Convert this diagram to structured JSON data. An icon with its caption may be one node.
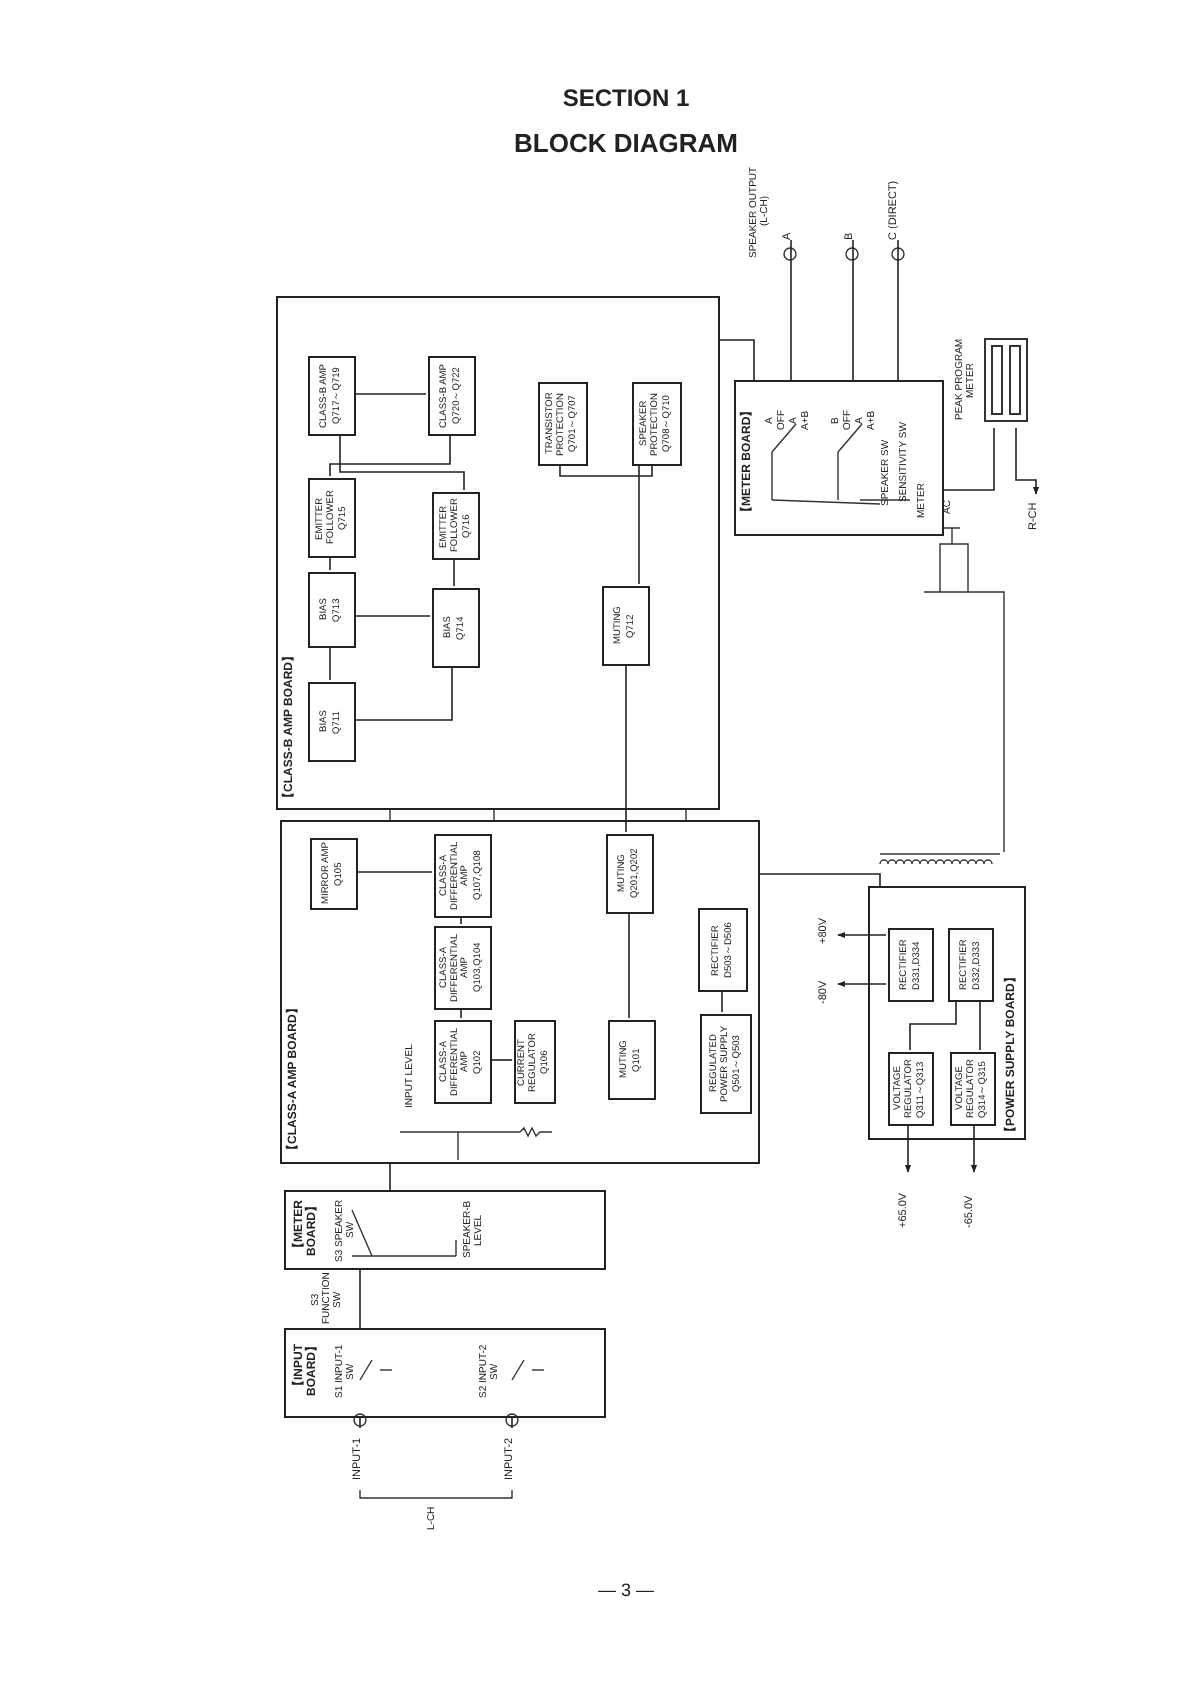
{
  "diagram": {
    "title": "BLOCK DIAGRAM",
    "nodes": [
      {
        "text": [
          "【CLASS-B AMP BOARD】"
        ]
      },
      {
        "text": [
          "CLASS-B AMP",
          "Q717～Q719"
        ],
        "in": 0
      },
      {
        "text": [
          "CLASS-B AMP",
          "Q720～Q722"
        ],
        "in": 0
      },
      {
        "text": [
          "TRANSISTOR PROTECTION",
          "Q701～Q707"
        ],
        "in": 0
      },
      {
        "text": [
          "SPEAKER PROTECTION",
          "Q708～Q710"
        ],
        "in": 0
      },
      {
        "text": [
          "EMITTER FOLLOWER",
          "Q715"
        ],
        "in": 0
      },
      {
        "text": [
          "EMITTER FOLLOWER",
          "Q716"
        ],
        "in": 0
      },
      {
        "text": [
          "BIAS",
          "Q713"
        ],
        "in": 0
      },
      {
        "text": [
          "BIAS",
          "Q714"
        ],
        "in": 0
      },
      {
        "text": [
          "BIAS",
          "Q711"
        ],
        "in": 0
      },
      {
        "text": [
          "MUTING",
          "Q712"
        ],
        "in": 0
      },
      {
        "text": [
          "【CLASS-A AMP BOARD】"
        ]
      },
      {
        "text": [
          "MIRROR AMP",
          "Q105"
        ],
        "in": 11
      },
      {
        "text": [
          "CLASS-A DIFFERENTIAL AMP",
          "Q107,Q108"
        ],
        "in": 11
      },
      {
        "text": [
          "CLASS-A DIFFERENTIAL AMP",
          "Q103,Q104"
        ],
        "in": 11
      },
      {
        "text": [
          "CLASS-A DIFFERENTIAL AMP",
          "Q102"
        ],
        "in": 11
      },
      {
        "text": [
          "CURRENT REGULATOR",
          "Q106"
        ],
        "in": 11
      },
      {
        "text": [
          "MUTING",
          "Q201,Q202"
        ],
        "in": 11
      },
      {
        "text": [
          "MUTING",
          "Q101"
        ],
        "in": 11
      },
      {
        "text": [
          "RECTIFIER",
          "D503～D506"
        ],
        "in": 11
      },
      {
        "text": [
          "REGULATED POWER SUPPLY",
          "Q501～Q503"
        ],
        "in": 11
      },
      {
        "text": [
          "【METER BOARD】"
        ]
      },
      {
        "text": [
          "A"
        ]
      },
      {
        "text": [
          "B"
        ]
      },
      {
        "text": [
          "C (DIRECT)"
        ]
      },
      {
        "text": [
          "PEAK PROGRAM METER"
        ]
      },
      {
        "text": [
          "R-CH"
        ]
      },
      {
        "text": [
          "【POWER SUPPLY BOARD】"
        ]
      },
      {
        "text": [
          "RECTIFIER",
          "D331,D334"
        ],
        "in": 27
      },
      {
        "text": [
          "RECTIFIER",
          "D332,D333"
        ],
        "in": 27
      },
      {
        "text": [
          "VOLTAGE REGULATOR",
          "Q311～Q313"
        ],
        "in": 27
      },
      {
        "text": [
          "VOLTAGE REGULATOR",
          "Q314～Q315"
        ],
        "in": 27
      },
      {
        "text": [
          "+80V"
        ]
      },
      {
        "text": [
          "-80V"
        ]
      },
      {
        "text": [
          "+65.0V"
        ]
      },
      {
        "text": [
          "-65.0V"
        ]
      },
      {
        "text": [
          "【METER BOARD】"
        ]
      },
      {
        "text": [
          "【INPUT BOARD】"
        ]
      },
      {
        "text": [
          "INPUT-1"
        ]
      },
      {
        "text": [
          "INPUT-2"
        ]
      }
    ],
    "edges": [
      {
        "from": 1,
        "to": 2,
        "arrow": "none"
      },
      {
        "from": 5,
        "to": 2,
        "arrow": "none"
      },
      {
        "from": 6,
        "to": 1,
        "arrow": "none"
      },
      {
        "from": 7,
        "to": 5,
        "arrow": "none"
      },
      {
        "from": 8,
        "to": 6,
        "arrow": "none"
      },
      {
        "from": 9,
        "to": 7,
        "arrow": "none"
      },
      {
        "from": 7,
        "to": 8,
        "arrow": "none"
      },
      {
        "from": 9,
        "to": 8,
        "arrow": "none"
      },
      {
        "from": 3,
        "to": 4,
        "arrow": "none"
      },
      {
        "from": 10,
        "to": 4,
        "arrow": "none"
      },
      {
        "from": 12,
        "to": 13,
        "arrow": "none"
      },
      {
        "from": 13,
        "to": 14,
        "arrow": "none"
      },
      {
        "from": 14,
        "to": 15,
        "arrow": "none"
      },
      {
        "from": 15,
        "to": 16,
        "arrow": "none"
      },
      {
        "from": 17,
        "to": 10,
        "arrow": "none"
      },
      {
        "from": 17,
        "to": 18,
        "arrow": "none"
      },
      {
        "from": 19,
        "to": 20,
        "arrow": "none"
      },
      {
        "from": 22,
        "to": 21,
        "arrow": "none"
      },
      {
        "from": 23,
        "to": 21,
        "arrow": "none"
      },
      {
        "from": 24,
        "to": 21,
        "arrow": "none"
      },
      {
        "from": 21,
        "to": 25,
        "arrow": "none"
      },
      {
        "from": 25,
        "to": 26,
        "arrow": "to"
      },
      {
        "from": 29,
        "to": 30,
        "arrow": "none"
      },
      {
        "from": 29,
        "to": 31,
        "arrow": "none"
      },
      {
        "from": 28,
        "to": 32,
        "arrow": "to"
      },
      {
        "from": 28,
        "to": 33,
        "arrow": "to"
      },
      {
        "from": 30,
        "to": 34,
        "arrow": "to"
      },
      {
        "from": 31,
        "to": 35,
        "arrow": "to"
      },
      {
        "from": 38,
        "to": 37,
        "arrow": "none"
      },
      {
        "from": 39,
        "to": 37,
        "arrow": "none"
      },
      {
        "from": 37,
        "to": 36,
        "arrow": "none"
      },
      {
        "from": 36,
        "to": 11,
        "arrow": "none"
      },
      {
        "from": 27,
        "to": 11,
        "arrow": "none"
      },
      {
        "from": 0,
        "to": 21,
        "arrow": "none"
      }
    ],
    "labels": [
      "SECTION 1",
      "SPEAKER OUTPUT (L-CH)",
      "A",
      "OFF",
      "A",
      "A+B",
      "B",
      "OFF",
      "A",
      "A+B",
      "SPEAKER SW",
      "SENSITIVITY SW",
      "METER",
      "AC",
      "INPUT LEVEL",
      "S3 SPEAKER SW",
      "SPEAKER-B LEVEL",
      "S3 FUNCTION SW",
      "S1 INPUT-1 SW",
      "S2 INPUT-2 SW",
      "L-CH",
      "— 3 —"
    ]
  }
}
